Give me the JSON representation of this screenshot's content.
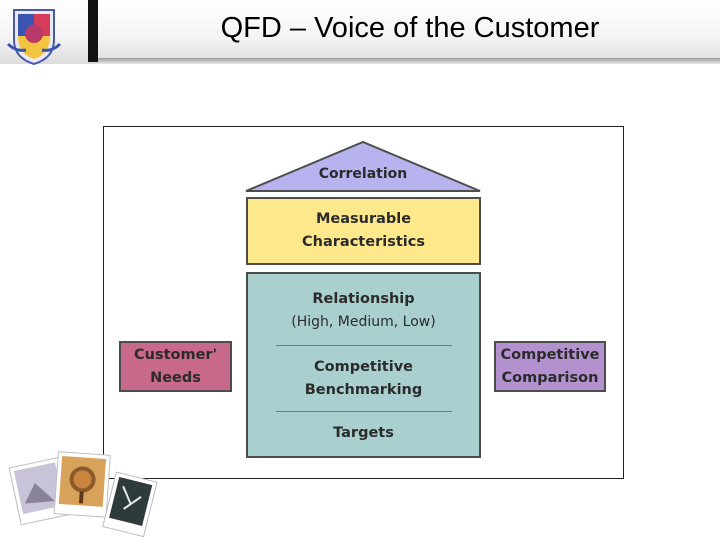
{
  "slide": {
    "title": "QFD – Voice of the Customer"
  },
  "diagram": {
    "roof_label": "Correlation",
    "measurable_line1": "Measurable",
    "measurable_line2": "Characteristics",
    "relationship_line1": "Relationship",
    "relationship_line2": "(High, Medium, Low)",
    "benchmark_line1": "Competitive",
    "benchmark_line2": "Benchmarking",
    "targets": "Targets",
    "needs_line1": "Customer'",
    "needs_line2": "Needs",
    "comparison_line1": "Competitive",
    "comparison_line2": "Comparison",
    "colors": {
      "roof": "#b6b3ef",
      "measurable": "#fde98b",
      "relationship": "#a9cfcf",
      "needs": "#c8688a",
      "comparison": "#b391cf"
    }
  },
  "decorations": {
    "logo_icon": "school-crest-icon",
    "photos_icon": "photo-stack-icon"
  }
}
